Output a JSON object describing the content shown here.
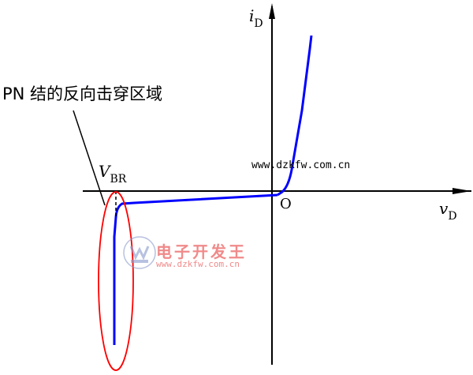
{
  "title": "PN 结的反向击穿区域",
  "axes": {
    "y_label": "i",
    "y_sub": "D",
    "x_label": "v",
    "x_sub": "D",
    "origin": "O"
  },
  "breakdown_label": "V",
  "breakdown_sub": "BR",
  "watermark": {
    "url_top": "www.dzkfw.com.cn",
    "brand": "电子开发王",
    "brand_url": "www.dzkfw.com.cn"
  },
  "colors": {
    "curve": "#0000ff",
    "highlight": "#ff0000",
    "axis": "#000000",
    "watermark": "#f08a8a"
  }
}
